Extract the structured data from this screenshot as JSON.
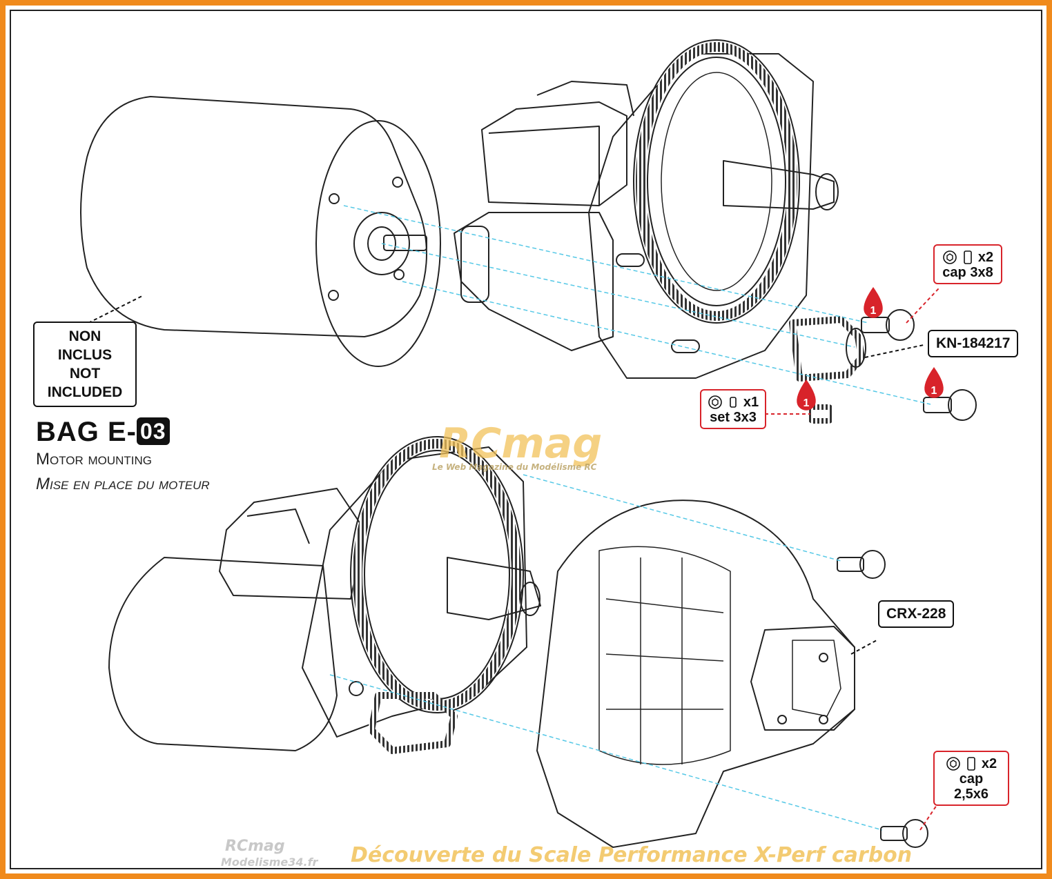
{
  "title": {
    "bag_prefix": "BAG E-",
    "bag_number": "03",
    "subtitle_en": "Motor mounting",
    "subtitle_fr": "Mise en place du moteur"
  },
  "callouts": {
    "not_included": {
      "line1": "NON INCLUS",
      "line2": "NOT INCLUDED"
    },
    "pinion_code": "KN-184217",
    "cover_code": "CRX-228",
    "screw_cap_3x8": {
      "qty": "x2",
      "label": "cap 3x8"
    },
    "set_screw_3x3": {
      "qty": "x1",
      "label": "set 3x3"
    },
    "screw_cap_2_5x6": {
      "qty": "x2",
      "label": "cap 2,5x6"
    }
  },
  "threadlock_marker": "1",
  "watermark": {
    "logo": "RCmag",
    "logo_tagline": "Le Web Magazine du Modélisme RC",
    "footer_logo": "RCmag",
    "footer_site": "Modelisme34.fr",
    "footer_caption": "Découverte du Scale Performance X-Perf carbon"
  },
  "colors": {
    "frame": "#f08a1c",
    "accent_red": "#d8232a",
    "guide_line": "#55c8e6",
    "watermark": "#f2c25a"
  }
}
